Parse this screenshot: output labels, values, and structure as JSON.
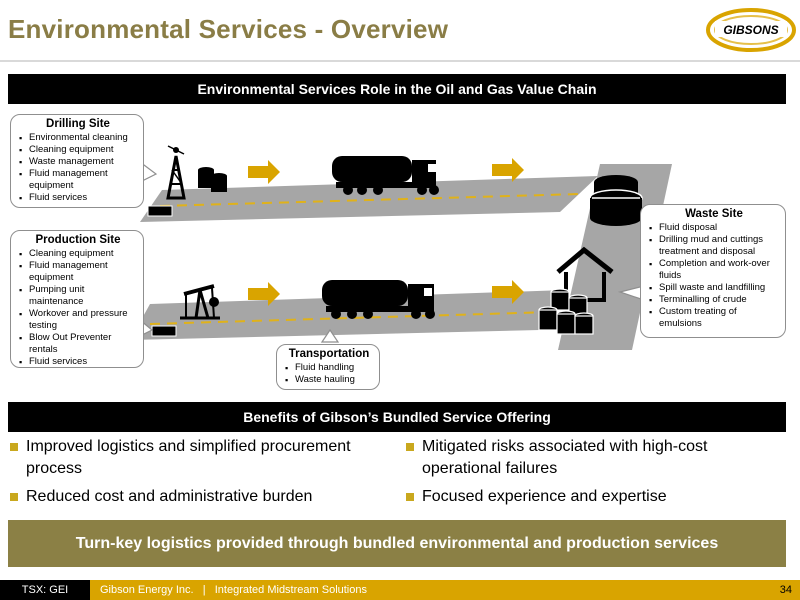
{
  "header": {
    "title": "Environmental Services - Overview",
    "logo_text": "GIBSONS"
  },
  "banners": {
    "top": "Environmental Services Role in the Oil and Gas Value Chain",
    "middle": "Benefits of Gibson’s Bundled Service Offering"
  },
  "diagram": {
    "drilling_site": {
      "title": "Drilling Site",
      "items": [
        "Environmental cleaning",
        "Cleaning equipment",
        "Waste management",
        "Fluid management equipment",
        "Fluid services"
      ]
    },
    "production_site": {
      "title": "Production Site",
      "items": [
        "Cleaning equipment",
        "Fluid management equipment",
        "Pumping unit maintenance",
        "Workover and pressure testing",
        "Blow Out Preventer rentals",
        "Fluid services"
      ]
    },
    "transportation": {
      "title": "Transportation",
      "items": [
        "Fluid handling",
        "Waste hauling"
      ]
    },
    "waste_site": {
      "title": "Waste Site",
      "items": [
        "Fluid disposal",
        "Drilling mud and cuttings treatment and disposal",
        "Completion and work-over fluids",
        "Spill waste and landfilling",
        "Terminalling of crude",
        "Custom treating of emulsions"
      ]
    }
  },
  "benefits": {
    "left": [
      "Improved logistics and simplified procurement process",
      "Reduced cost and administrative burden"
    ],
    "right": [
      "Mitigated risks associated with high-cost operational failures",
      "Focused experience and expertise"
    ]
  },
  "tagline": "Turn-key logistics provided through bundled environmental and production services",
  "footer": {
    "ticker": "TSX: GEI",
    "company": "Gibson Energy Inc.   |   Integrated Midstream Solutions",
    "page": "34"
  },
  "colors": {
    "title": "#8a7d46",
    "accent_gold": "#d9a400",
    "arrow_gold": "#c9a81e",
    "tagline_bg": "#8b8045",
    "road": "#a6a6a6",
    "road_dash": "#e0b21a"
  }
}
